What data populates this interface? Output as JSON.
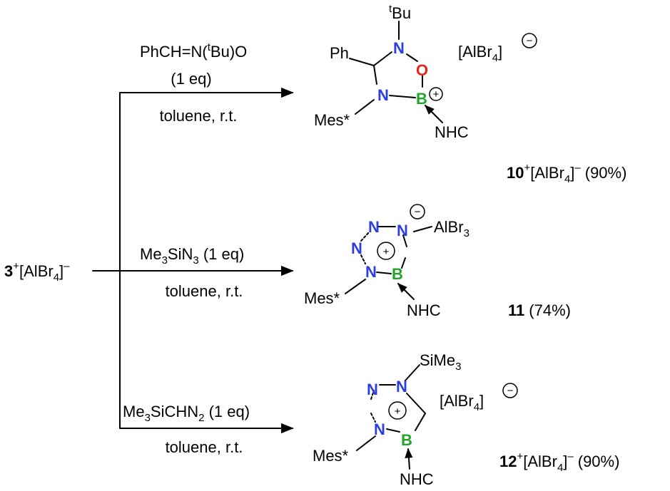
{
  "colors": {
    "nitrogen": "#2b3fe0",
    "oxygen": "#e8251c",
    "boron": "#22a62a",
    "black": "#000000"
  },
  "start": {
    "num": "3",
    "sup": "+",
    "anion": "[AlBr",
    "sub": "4",
    "close": "]",
    "charge": "–"
  },
  "routes": [
    {
      "reagent": {
        "main": "PhCH=N(",
        "sup": "t",
        "rest": "Bu)O"
      },
      "eq": "(1 eq)",
      "cond": "toluene, r.t.",
      "product": {
        "tBu_sup": "t",
        "tBu": "Bu",
        "Ph": "Ph",
        "N_top": "N",
        "O": "O",
        "N_bot": "N",
        "B": "B",
        "B_charge": "+",
        "Mes": "Mes*",
        "NHC": "NHC",
        "anion": "[AlBr",
        "anion_sub": "4",
        "anion_close": "]",
        "anion_charge": "−"
      },
      "label": {
        "num": "10",
        "sup": "+",
        "anion": "[AlBr",
        "sub": "4",
        "close": "]",
        "charge": "–",
        "yield": "(90%)"
      }
    },
    {
      "reagent": {
        "main": "Me",
        "sub1": "3",
        "mid": "SiN",
        "sub2": "3",
        "rest": " (1 eq)"
      },
      "cond": "toluene, r.t.",
      "product": {
        "N1": "N",
        "N2": "N",
        "N3": "N",
        "N4": "N",
        "B": "B",
        "ring_charge": "+",
        "Al": "AlBr",
        "Al_sub": "3",
        "Al_charge": "−",
        "Mes": "Mes*",
        "NHC": "NHC"
      },
      "label": {
        "num": "11",
        "yield": "(74%)"
      }
    },
    {
      "reagent": {
        "main": "Me",
        "sub1": "3",
        "mid": "SiCHN",
        "sub2": "2",
        "rest": " (1 eq)"
      },
      "cond": "toluene, r.t.",
      "product": {
        "Si": "SiMe",
        "Si_sub": "3",
        "N1": "N",
        "N2": "N",
        "N3": "N",
        "B": "B",
        "ring_charge": "+",
        "Mes": "Mes*",
        "NHC": "NHC",
        "anion": "[AlBr",
        "anion_sub": "4",
        "anion_close": "]",
        "anion_charge": "−"
      },
      "label": {
        "num": "12",
        "sup": "+",
        "anion": "[AlBr",
        "sub": "4",
        "close": "]",
        "charge": "–",
        "yield": "(90%)"
      }
    }
  ]
}
